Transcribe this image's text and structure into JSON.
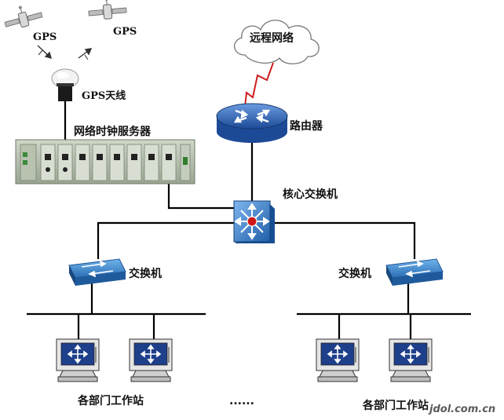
{
  "labels": {
    "gps1": "GPS",
    "gps2": "GPS",
    "gps_antenna": "GPS天线",
    "network_time_server": "网络时钟服务器",
    "remote_network": "远程网络",
    "router": "路由器",
    "core_switch": "核心交换机",
    "switch_left": "交换机",
    "switch_right": "交换机",
    "workstations_left": "各部门工作站",
    "workstations_right": "各部门工作站",
    "ellipsis": "......",
    "watermark": "jdol.com.cn"
  },
  "colors": {
    "line": "#000000",
    "router_blue": "#2a5fb0",
    "switch_blue": "#2f7fc8",
    "core_center": "#d01818",
    "lightning": "#cc1f1f"
  },
  "icons": [
    "satellite-icon",
    "gps-antenna-icon",
    "server-rack-icon",
    "cloud-icon",
    "router-icon",
    "core-switch-icon",
    "switch-icon",
    "workstation-icon"
  ]
}
